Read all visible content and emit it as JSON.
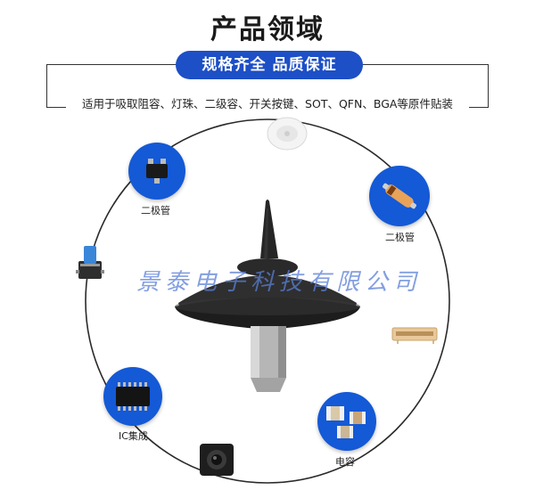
{
  "header": {
    "title": "产品领域",
    "pill": "规格齐全 品质保证",
    "subtitle": "适用于吸取阻容、灯珠、二级容、开关按键、SOT、QFN、BGA等原件贴装"
  },
  "labels": {
    "diode_left": "二极管",
    "diode_right": "二极管",
    "ic": "IC集成",
    "capacitor": "电容"
  },
  "watermark": "景泰电子科技有限公司",
  "colors": {
    "accent": "#1d4fc6",
    "badge": "#1459d6"
  }
}
